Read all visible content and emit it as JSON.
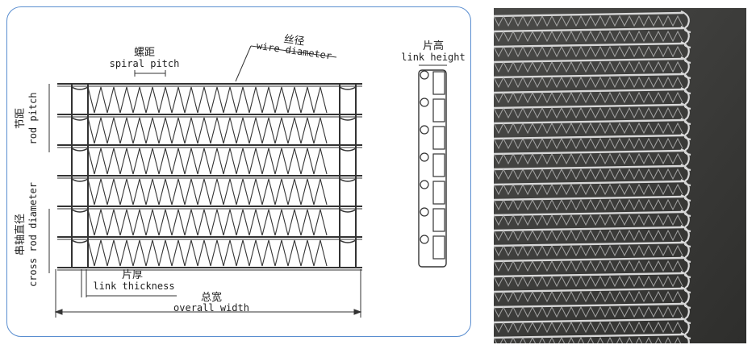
{
  "labels": {
    "spiral_pitch_cn": "螺距",
    "spiral_pitch_en": "spiral pitch",
    "wire_diameter_cn": "丝径",
    "wire_diameter_en": "wire diameter",
    "link_height_cn": "片高",
    "link_height_en": "link height",
    "rod_pitch_cn": "节距",
    "rod_pitch_en": "rod pitch",
    "cross_rod_diameter_cn": "串轴直径",
    "cross_rod_diameter_en": "cross rod diameter",
    "link_thickness_cn": "片厚",
    "link_thickness_en": "link thickness",
    "overall_width_cn": "总宽",
    "overall_width_en": "overall width"
  },
  "colors": {
    "frame_border": "#5a8ed0",
    "line": "#333333",
    "photo_bg": "#3a3a3a",
    "metal": "#d8d8d8"
  }
}
